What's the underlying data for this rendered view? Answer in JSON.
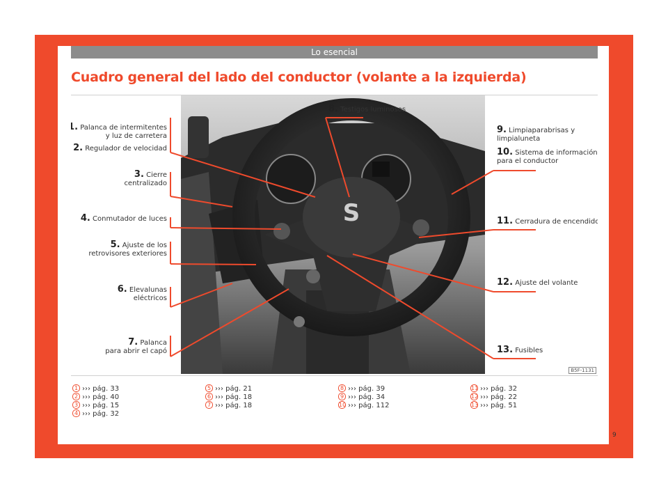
{
  "header": {
    "section": "Lo esencial"
  },
  "title": "Cuadro general del lado del conductor (volante a la izquierda)",
  "figure": {
    "code": "B5F-1131",
    "labels": [
      {
        "num": "1.",
        "text": [
          "Palanca de intermitentes",
          "y luz de carretera"
        ]
      },
      {
        "num": "2.",
        "text": [
          "Regulador de velocidad"
        ]
      },
      {
        "num": "3.",
        "text": [
          "Cierre",
          "centralizado"
        ]
      },
      {
        "num": "4.",
        "text": [
          "Conmutador de luces"
        ]
      },
      {
        "num": "5.",
        "text": [
          "Ajuste de los",
          "retrovisores exteriores"
        ]
      },
      {
        "num": "6.",
        "text": [
          "Elevalunas",
          "eléctricos"
        ]
      },
      {
        "num": "7.",
        "text": [
          "Palanca",
          "para abrir el capó"
        ]
      },
      {
        "num": "8.",
        "text": [
          "Testigos luminosos"
        ]
      },
      {
        "num": "9.",
        "text": [
          "Limpiaparabrisas y",
          "limpialuneta"
        ]
      },
      {
        "num": "10.",
        "text": [
          "Sistema de información",
          "para el conductor"
        ]
      },
      {
        "num": "11.",
        "text": [
          "Cerradura de encendido"
        ]
      },
      {
        "num": "12.",
        "text": [
          "Ajuste del volante"
        ]
      },
      {
        "num": "13.",
        "text": [
          "Fusibles"
        ]
      }
    ]
  },
  "references": [
    [
      {
        "n": "1",
        "ref": "››› pág. 33"
      },
      {
        "n": "2",
        "ref": "››› pág. 40"
      },
      {
        "n": "3",
        "ref": "››› pág. 15"
      },
      {
        "n": "4",
        "ref": "››› pág. 32"
      }
    ],
    [
      {
        "n": "5",
        "ref": "››› pág. 21"
      },
      {
        "n": "6",
        "ref": "››› pág. 18"
      },
      {
        "n": "7",
        "ref": "››› pág. 18"
      }
    ],
    [
      {
        "n": "8",
        "ref": "››› pág. 39"
      },
      {
        "n": "9",
        "ref": "››› pág. 34"
      },
      {
        "n": "10",
        "ref": "››› pág. 112"
      }
    ],
    [
      {
        "n": "11",
        "ref": "››› pág. 32"
      },
      {
        "n": "12",
        "ref": "››› pág. 22"
      },
      {
        "n": "13",
        "ref": "››› pág. 51"
      }
    ]
  ],
  "page_number": "9",
  "colors": {
    "accent": "#ef4a2c",
    "header_bar": "#8c8c8c"
  }
}
